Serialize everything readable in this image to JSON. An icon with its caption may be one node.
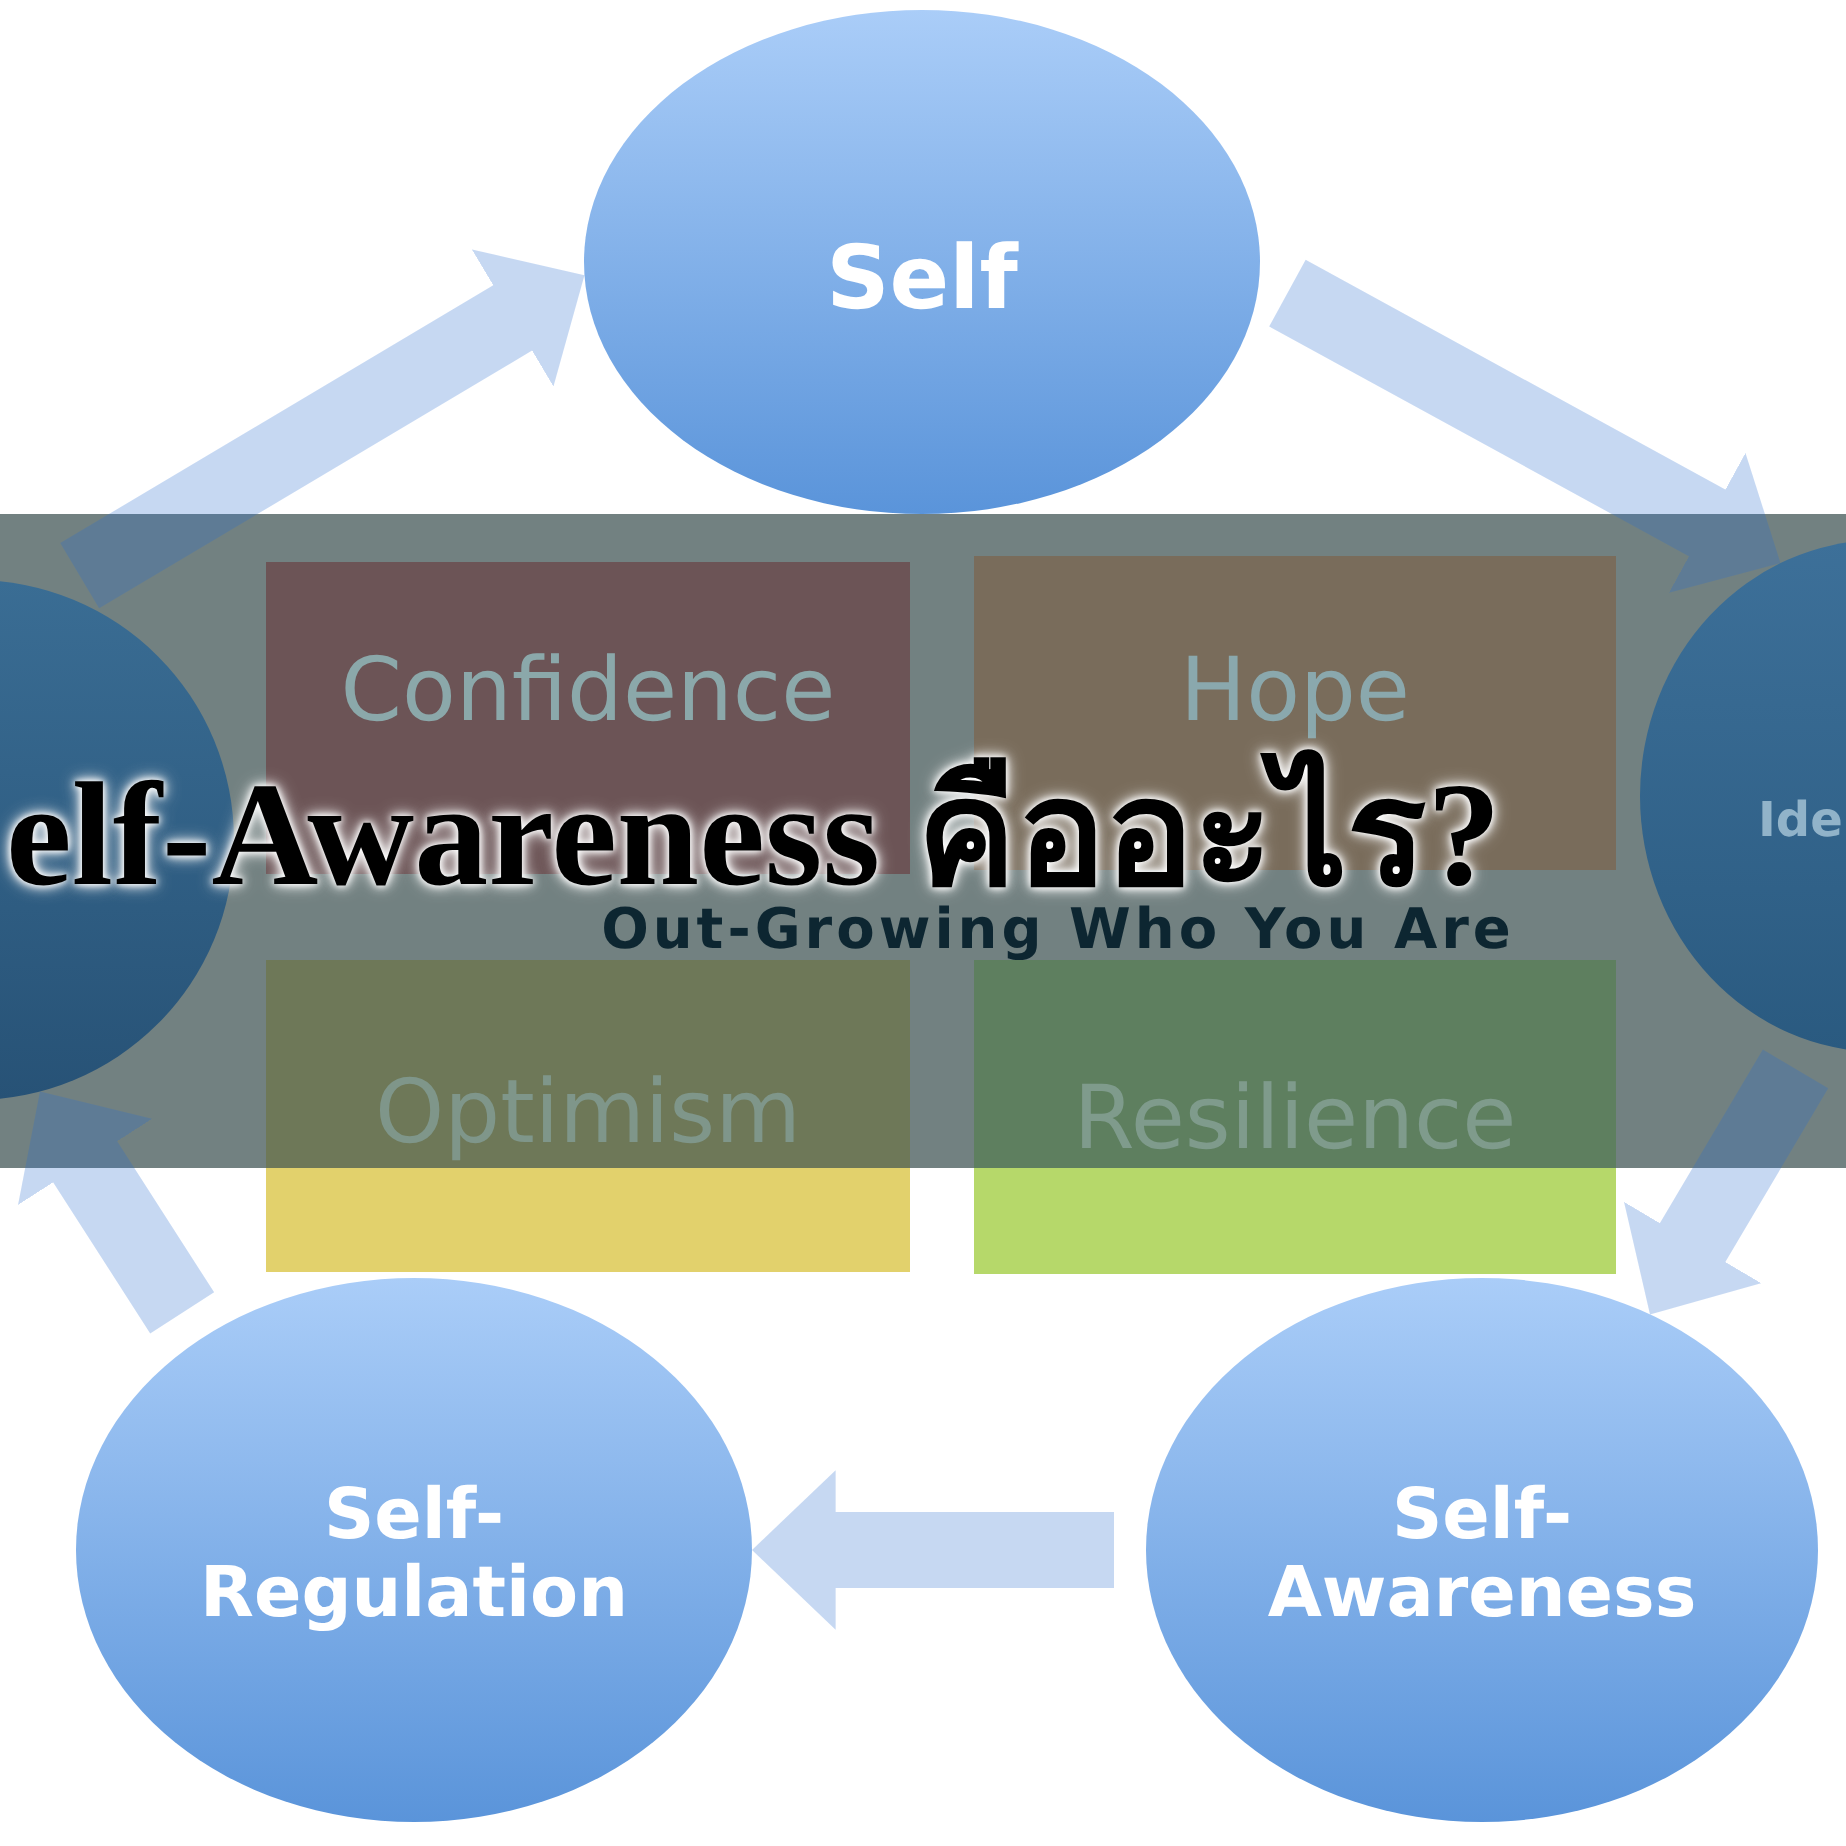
{
  "diagram": {
    "title": "elf-Awareness คืออะไร?",
    "nodes": [
      {
        "text": [
          "Self"
        ]
      },
      {
        "text": [],
        "shape": "circle"
      },
      {
        "text": [
          "Confidence"
        ]
      },
      {
        "text": [
          "Hope"
        ]
      },
      {
        "text": [
          "Ide"
        ]
      },
      {
        "text": [
          "Optimism"
        ]
      },
      {
        "text": [
          "Resilience"
        ]
      },
      {
        "text": [
          "Self- Regulation"
        ]
      },
      {
        "text": [
          "Self- Awareness"
        ]
      }
    ],
    "edges": [
      {
        "from": 1,
        "to": 0,
        "arrow": "to"
      },
      {
        "from": 0,
        "to": 4,
        "arrow": "to"
      },
      {
        "from": 4,
        "to": 8,
        "arrow": "to"
      },
      {
        "from": 8,
        "to": 7,
        "arrow": "to"
      },
      {
        "from": 7,
        "to": 1,
        "arrow": "to"
      }
    ],
    "labels": [
      "Out-Growing Who You Are"
    ]
  }
}
